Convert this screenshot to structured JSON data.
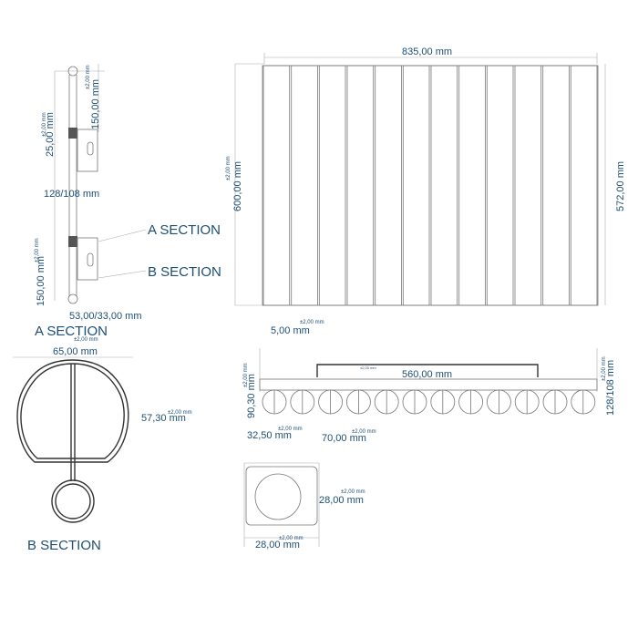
{
  "side_view": {
    "top_bracket": {
      "value": "150,00 mm",
      "tol": "±2,00 mm"
    },
    "collar": {
      "value": "25,00 mm",
      "tol": "±2,00 mm"
    },
    "center_distance": "128/108 mm",
    "bottom_bracket": {
      "value": "150,00 mm",
      "tol": "±2,00 mm"
    },
    "wall_distance": "53,00/33,00 mm",
    "section_a_label": "A SECTION",
    "section_b_label": "B SECTION"
  },
  "front_view": {
    "width": "835,00 mm",
    "height": {
      "value": "600,00 mm",
      "tol": "±2,00 mm"
    },
    "tube_height": "572,00 mm",
    "gap": {
      "value": "5,00 mm",
      "tol": "±2,00 mm"
    },
    "tube_count": 12
  },
  "a_section": {
    "title": "A SECTION",
    "title_tol": "±2,00 mm",
    "width": "65,00 mm",
    "depth": {
      "value": "57,30 mm",
      "tol": "±2,00 mm"
    }
  },
  "b_section": {
    "title": "B SECTION"
  },
  "top_view": {
    "span": "560,00 mm",
    "span_small": "±2,00 mm",
    "depth": {
      "value": "90,30 mm",
      "tol": "±2,00 mm"
    },
    "offset": {
      "value": "32,50 mm",
      "tol": "±2,00 mm"
    },
    "pitch": {
      "value": "70,00 mm",
      "tol": "±2,00 mm"
    },
    "center": {
      "value": "128/108 mm",
      "tol": "±2,00 mm"
    }
  },
  "square_detail": {
    "height": {
      "value": "28,00 mm",
      "tol": "±2,00 mm"
    },
    "width": {
      "value": "28,00 mm",
      "tol": "±2,00 mm"
    }
  }
}
